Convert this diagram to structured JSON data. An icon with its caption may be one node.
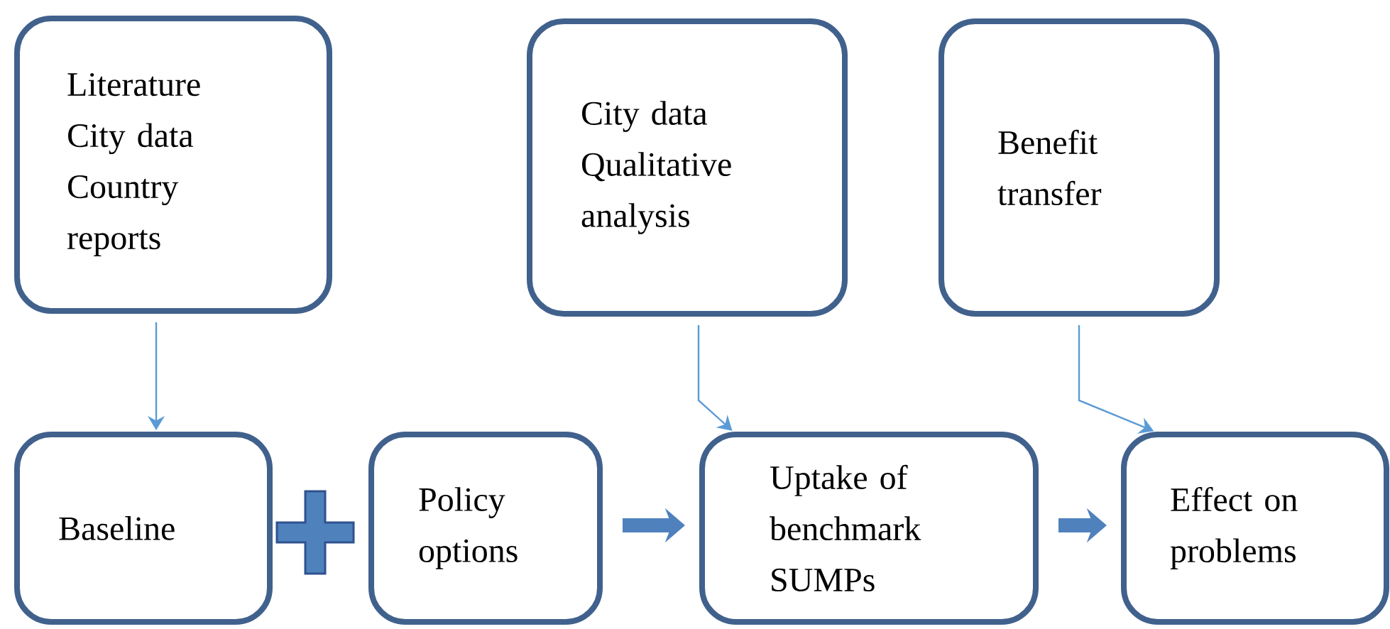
{
  "diagram": {
    "nodes": [
      {
        "text": [
          "Literature",
          "City data",
          "Country reports"
        ]
      },
      {
        "text": [
          "City data",
          "Qualitative analysis"
        ]
      },
      {
        "text": [
          "Benefit transfer"
        ]
      },
      {
        "text": [
          "Baseline"
        ]
      },
      {
        "text": [
          "Policy options"
        ]
      },
      {
        "text": [
          "Uptake of benchmark SUMPs"
        ]
      },
      {
        "text": [
          "Effect on problems"
        ]
      }
    ],
    "edges": [
      {
        "from": 0,
        "to": 3,
        "arrow": "to"
      },
      {
        "from": 1,
        "to": 5,
        "arrow": "to"
      },
      {
        "from": 2,
        "to": 6,
        "arrow": "to"
      },
      {
        "from": 4,
        "to": 5,
        "arrow": "to",
        "style": "thick",
        "color": "#4f81bd"
      },
      {
        "from": 5,
        "to": 6,
        "arrow": "to",
        "style": "thick",
        "color": "#4f81bd"
      }
    ]
  }
}
